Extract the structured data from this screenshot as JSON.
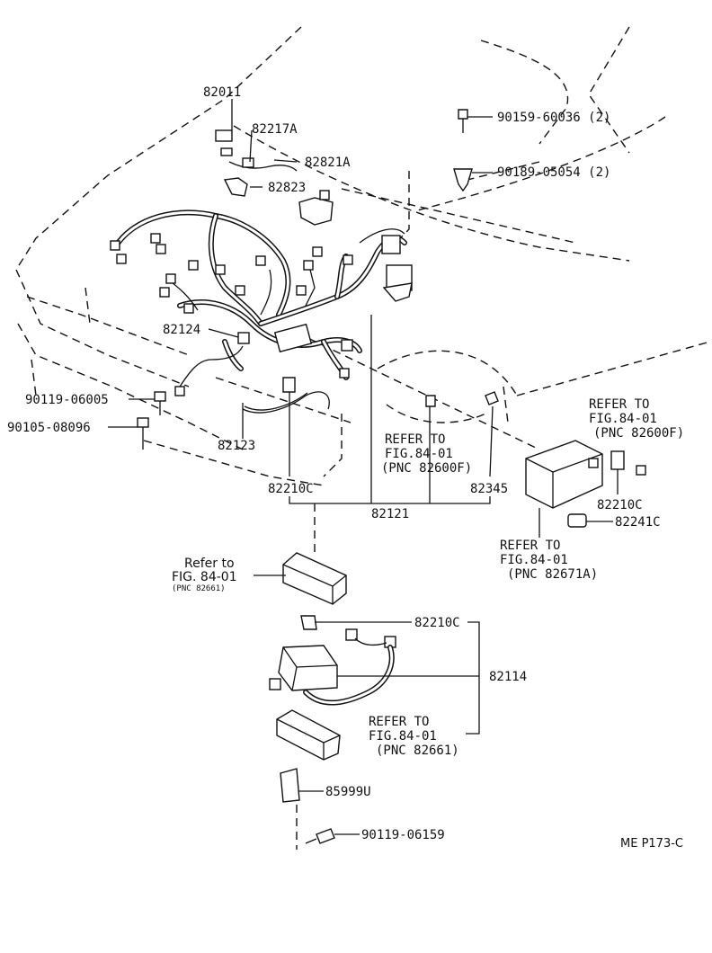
{
  "figure_code": "ME P173-C",
  "callouts": {
    "p82011": "82011",
    "p82217A": "82217A",
    "p82821A": "82821A",
    "p82823": "82823",
    "p90159": "90159-60036 (2)",
    "p90189": "90189-05054 (2)",
    "p82124": "82124",
    "p90119a": "90119-06005",
    "p90105": "90105-08096",
    "p82123": "82123",
    "p82210C_a": "82210C",
    "p82121": "82121",
    "p82345": "82345",
    "p82210C_b": "82210C",
    "p82241C": "82241C",
    "p82210C_c": "82210C",
    "p82114": "82114",
    "p85999U": "85999U",
    "p90119b": "90119-06159"
  },
  "references": {
    "ref_mid": {
      "line1": "REFER TO",
      "line2": "FIG.84-01",
      "line3": "(PNC 82600F)"
    },
    "ref_right_top": {
      "line1": "REFER TO",
      "line2": "FIG.84-01",
      "line3": "(PNC 82600F)"
    },
    "ref_right_bottom": {
      "line1": "REFER TO",
      "line2": "FIG.84-01",
      "line3": "(PNC 82671A)"
    },
    "ref_left": {
      "line1": "Refer to",
      "line2": "FIG. 84-01",
      "line3": "(PNC 82661)"
    },
    "ref_bottom": {
      "line1": "REFER TO",
      "line2": "FIG.84-01",
      "line3": "(PNC 82661)"
    }
  }
}
